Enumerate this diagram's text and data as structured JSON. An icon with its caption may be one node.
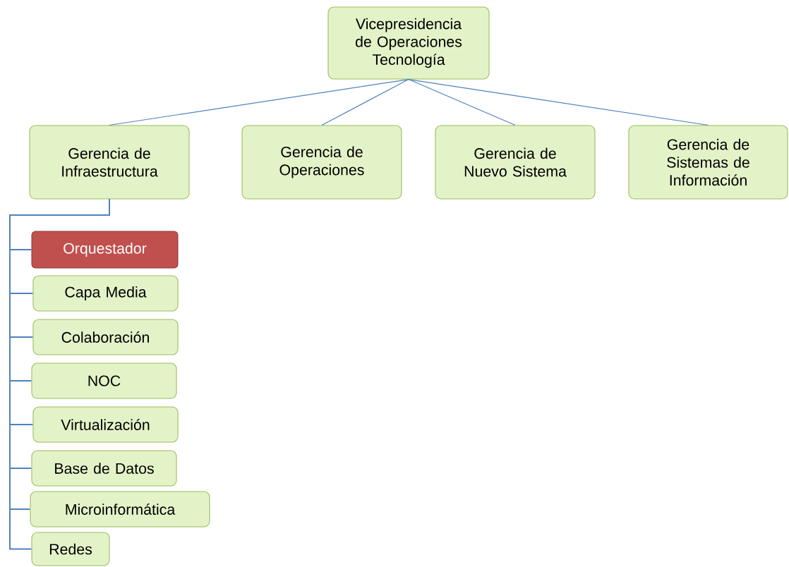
{
  "diagram": {
    "nodes": [
      {
        "text": [
          "Vicepresidencia de Operaciones Tecnología"
        ]
      },
      {
        "text": [
          "Gerencia de Infraestructura"
        ]
      },
      {
        "text": [
          "Gerencia de Operaciones"
        ]
      },
      {
        "text": [
          "Gerencia de Nuevo Sistema"
        ]
      },
      {
        "text": [
          "Gerencia de Sistemas de Información"
        ]
      },
      {
        "text": [
          "Orquestador"
        ]
      },
      {
        "text": [
          "Capa Media"
        ]
      },
      {
        "text": [
          "Colaboración"
        ]
      },
      {
        "text": [
          "NOC"
        ]
      },
      {
        "text": [
          "Virtualización"
        ]
      },
      {
        "text": [
          "Base de Datos"
        ]
      },
      {
        "text": [
          "Microinformática"
        ]
      },
      {
        "text": [
          "Redes"
        ]
      }
    ],
    "edges": [
      {
        "from": 0,
        "to": 1,
        "arrow": "none"
      },
      {
        "from": 0,
        "to": 2,
        "arrow": "none"
      },
      {
        "from": 0,
        "to": 3,
        "arrow": "none"
      },
      {
        "from": 0,
        "to": 4,
        "arrow": "none"
      },
      {
        "from": 1,
        "to": 5,
        "arrow": "none"
      },
      {
        "from": 1,
        "to": 6,
        "arrow": "none"
      },
      {
        "from": 1,
        "to": 7,
        "arrow": "none"
      },
      {
        "from": 1,
        "to": 8,
        "arrow": "none"
      },
      {
        "from": 1,
        "to": 9,
        "arrow": "none"
      },
      {
        "from": 1,
        "to": 10,
        "arrow": "none"
      },
      {
        "from": 1,
        "to": 11,
        "arrow": "none"
      },
      {
        "from": 1,
        "to": 12,
        "arrow": "none"
      }
    ]
  }
}
